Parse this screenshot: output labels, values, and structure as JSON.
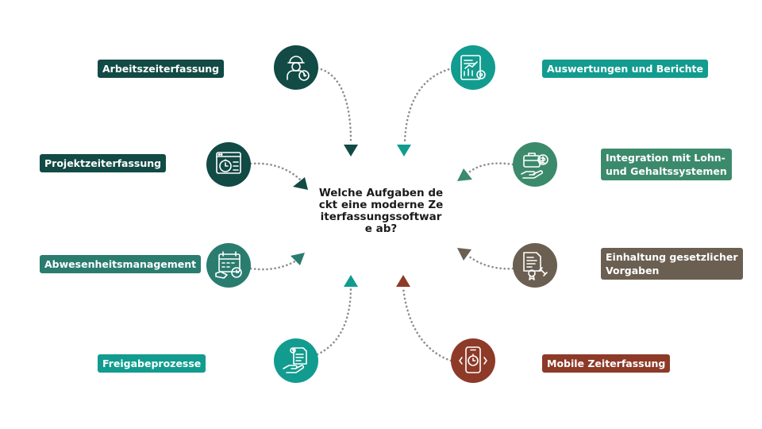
{
  "colors": {
    "dark_teal": "#124a45",
    "mid_teal": "#2a7c6f",
    "teal": "#119c8f",
    "sage": "#3c8a6c",
    "taupe": "#6a5f51",
    "rust": "#8e3a28",
    "arrow_gray": "#8c8c8c"
  },
  "center": {
    "title": "Welche Aufgaben deckt eine moderne Zeiterfassungssoftware ab?"
  },
  "items": [
    {
      "label": "Arbeitszeiterfassung",
      "icon": "worker-clock-icon"
    },
    {
      "label": "Projektzeiterfassung",
      "icon": "browser-stopwatch-icon"
    },
    {
      "label": "Abwesenheitsmanagement",
      "icon": "calendar-clock-icon"
    },
    {
      "label": "Freigabeprozesse",
      "icon": "hand-document-icon"
    },
    {
      "label": "Auswertungen und Berichte",
      "icon": "chart-report-icon"
    },
    {
      "label": "Integration mit Lohn- und Gehaltssystemen",
      "label_line1": "Integration mit Lohn-",
      "label_line2": "und Gehaltssystemen",
      "icon": "hand-briefcase-icon"
    },
    {
      "label": "Einhaltung gesetzlicher Vorgaben",
      "label_line1": "Einhaltung gesetzlicher",
      "label_line2": "Vorgaben",
      "icon": "legal-document-gavel-icon"
    },
    {
      "label": "Mobile Zeiterfassung",
      "icon": "mobile-stopwatch-icon"
    }
  ]
}
